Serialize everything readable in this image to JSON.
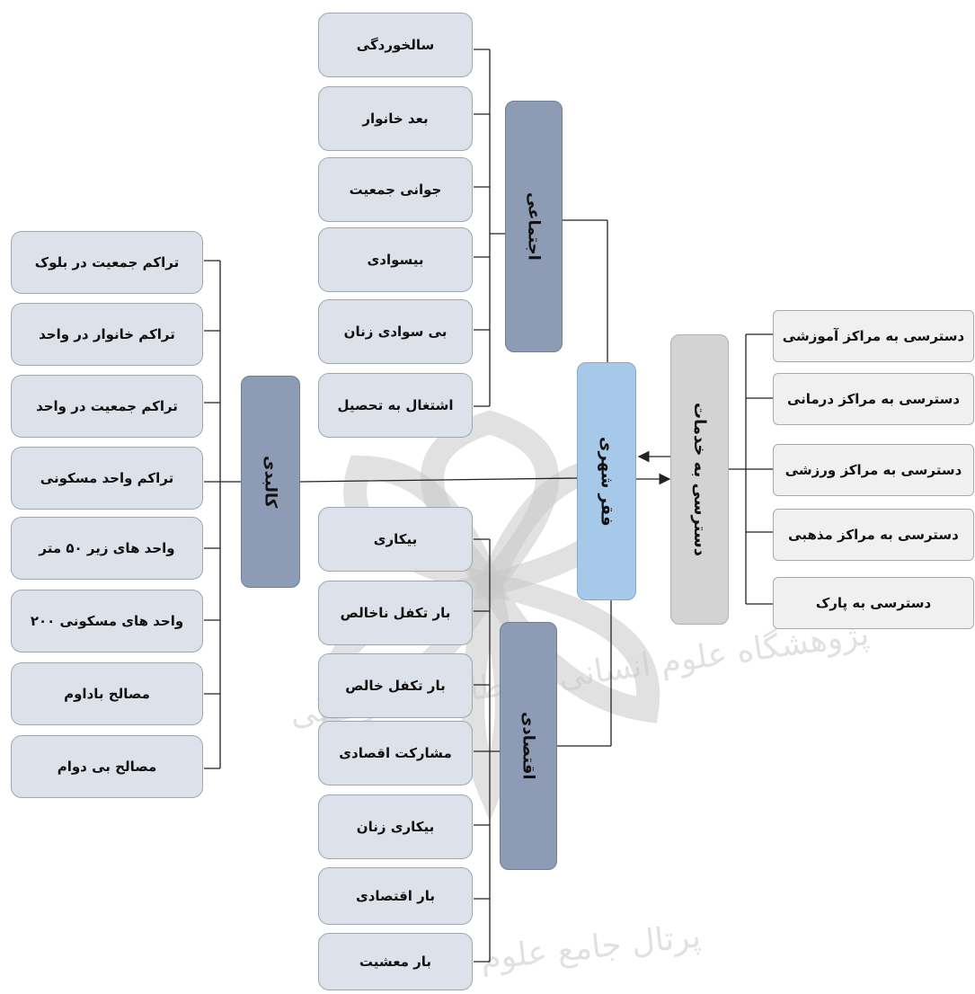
{
  "categories": {
    "social": "اجتماعی",
    "physical": "کالبدی",
    "economic": "اقتصادی",
    "poverty": "فقر شهری",
    "services": "دسترسی به خدمات"
  },
  "social_items": [
    "سالخوردگی",
    "بعد خانوار",
    "جوانی جمعیت",
    "بیسوادی",
    "بی سوادی زنان",
    "اشتغال به تحصیل"
  ],
  "physical_items": [
    "تراکم جمعیت در بلوک",
    "تراکم خانوار در واحد",
    "تراکم جمعیت در واحد",
    "تراکم واحد مسکونی",
    "واحد های زیر ۵۰ متر",
    "واحد های مسکونی ۲۰۰",
    "مصالح باداوم",
    "مصالح بی دوام"
  ],
  "economic_items": [
    "بیکاری",
    "بار تکفل ناخالص",
    "بار تکفل خالص",
    "مشارکت اقصادی",
    "بیکاری زنان",
    "بار اقتصادی",
    "بار معشیت"
  ],
  "service_items": [
    "دسترسی به مراکز آموزشی",
    "دسترسی به مراکز درمانی",
    "دسترسی به مراکز ورزشی",
    "دسترسی به مراکز مذهبی",
    "دسترسی به پارک"
  ],
  "watermark": {
    "line1": "پژوهشگاه علوم انسانی و مطالعات فرهنگی",
    "line2": "پرتال جامع علوم انسانی"
  },
  "colors": {
    "item_fill": "#dde1ea",
    "category_fill": "#8d9cb4",
    "poverty_fill": "#a6c9ea",
    "services_fill": "#d3d3d3",
    "line": "#222222"
  }
}
